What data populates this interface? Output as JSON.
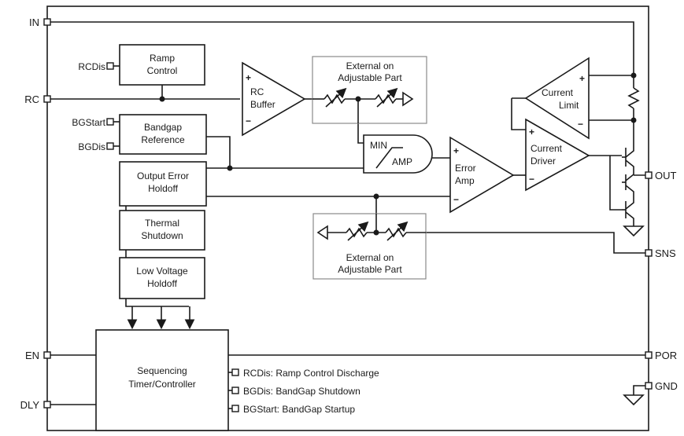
{
  "pins": {
    "in": "IN",
    "rc": "RC",
    "en": "EN",
    "dly": "DLY",
    "out": "OUT",
    "sns": "SNS",
    "por": "POR",
    "gnd": "GND"
  },
  "inputs": {
    "rcdis": "RCDis",
    "bgstart": "BGStart",
    "bgdis": "BGDis"
  },
  "blocks": {
    "ramp_control": [
      "Ramp",
      "Control"
    ],
    "bandgap_reference": [
      "Bandgap",
      "Reference"
    ],
    "output_error_holdoff": [
      "Output Error",
      "Holdoff"
    ],
    "thermal_shutdown": [
      "Thermal",
      "Shutdown"
    ],
    "low_voltage_holdoff": [
      "Low Voltage",
      "Holdoff"
    ],
    "sequencing": [
      "Sequencing",
      "Timer/Controller"
    ]
  },
  "amplifiers": {
    "rc_buffer": [
      "RC",
      "Buffer"
    ],
    "error_amp": [
      "Error",
      "Amp"
    ],
    "current_limit": [
      "Current",
      "Limit"
    ],
    "current_driver": [
      "Current",
      "Driver"
    ],
    "min_amp": [
      "MIN",
      "AMP"
    ]
  },
  "external": {
    "top": [
      "External on",
      "Adjustable Part"
    ],
    "bottom": [
      "External on",
      "Adjustable Part"
    ]
  },
  "legend": [
    "RCDis: Ramp Control Discharge",
    "BGDis: BandGap Shutdown",
    "BGStart: BandGap Startup"
  ],
  "signs": {
    "plus": "+",
    "minus": "−"
  }
}
